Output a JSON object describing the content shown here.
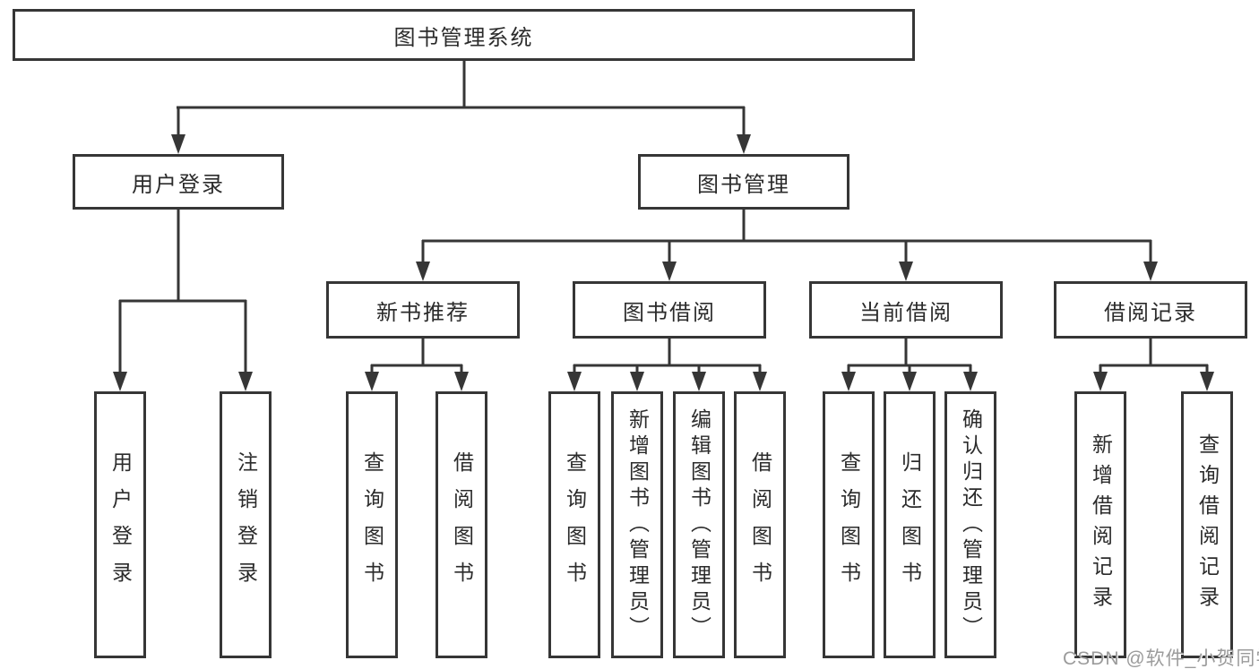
{
  "diagram": {
    "root_label": "图书管理系统",
    "user_login": {
      "label": "用户登录",
      "children": [
        "用户登录",
        "注销登录"
      ]
    },
    "book_management": {
      "label": "图书管理",
      "modules": {
        "new_book_recommend": {
          "label": "新书推荐",
          "children": [
            "查询图书",
            "借阅图书"
          ]
        },
        "book_borrow": {
          "label": "图书借阅",
          "children": [
            "查询图书",
            "新增图书（管理员）",
            "编辑图书（管理员）",
            "借阅图书"
          ]
        },
        "current_borrow": {
          "label": "当前借阅",
          "children": [
            "查询图书",
            "归还图书",
            "确认归还（管理员）"
          ]
        },
        "borrow_records": {
          "label": "借阅记录",
          "children": [
            "新增借阅记录",
            "查询借阅记录"
          ]
        }
      }
    },
    "watermark": "CSDN @软件_小贺同学",
    "colors": {
      "line": "#363636",
      "box_border": "#363636",
      "text": "#2b2b2b",
      "background": "#ffffff",
      "watermark": "#9b9b9b"
    }
  }
}
